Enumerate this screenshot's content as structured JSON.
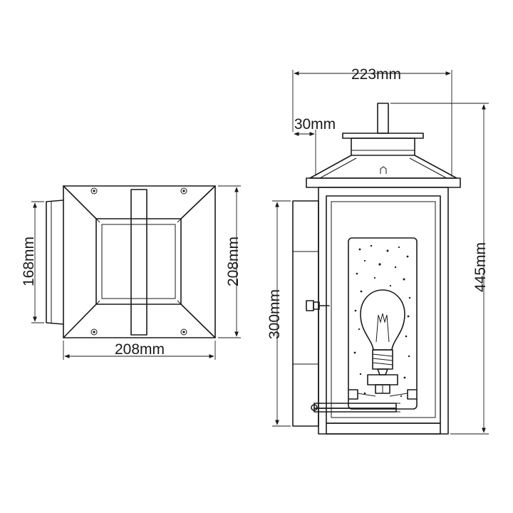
{
  "dimensions": {
    "plate_width": "208mm",
    "plate_height": "208mm",
    "backplate_height": "168mm",
    "lantern_width": "223mm",
    "lantern_height": "445mm",
    "mount_height": "300mm",
    "top_offset": "30mm"
  }
}
